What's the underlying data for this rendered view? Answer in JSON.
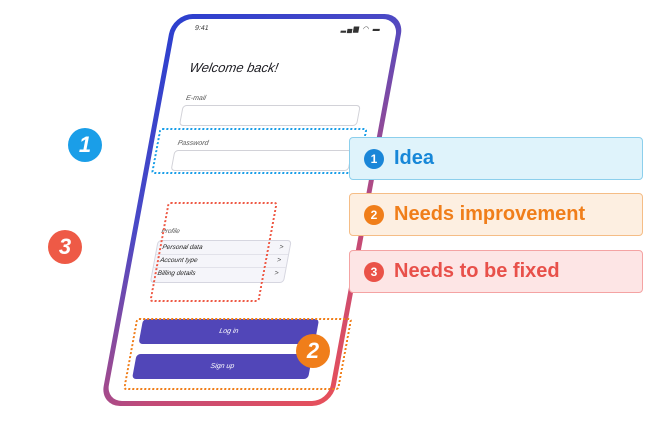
{
  "phone": {
    "status_time": "9:41",
    "status_icons": "▂▄▆ ◠ ▬",
    "welcome": "Welcome back!",
    "email_label": "E-mail",
    "password_label": "Password",
    "profile_label": "Profile",
    "profile_items": [
      {
        "label": "Personal data",
        "chevron": ">"
      },
      {
        "label": "Account type",
        "chevron": ">"
      },
      {
        "label": "Billing details",
        "chevron": ">"
      }
    ],
    "login_label": "Log in",
    "signup_label": "Sign up"
  },
  "annotations": [
    {
      "number": "1",
      "color": "#1a9ee8"
    },
    {
      "number": "2",
      "color": "#f07e1a"
    },
    {
      "number": "3",
      "color": "#ee5a46"
    }
  ],
  "legend": [
    {
      "number": "1",
      "text": "Idea",
      "text_color": "#1787d8",
      "bg": "#dff3fb",
      "border": "#8ccfec",
      "badge": "#1a86d8"
    },
    {
      "number": "2",
      "text": "Needs improvement",
      "text_color": "#f07e1a",
      "bg": "#fdefe1",
      "border": "#f5bd86",
      "badge": "#f07e1a"
    },
    {
      "number": "3",
      "text": "Needs to be fixed",
      "text_color": "#e8504a",
      "bg": "#fde5e5",
      "border": "#f4a3a3",
      "badge": "#ea5248"
    }
  ]
}
